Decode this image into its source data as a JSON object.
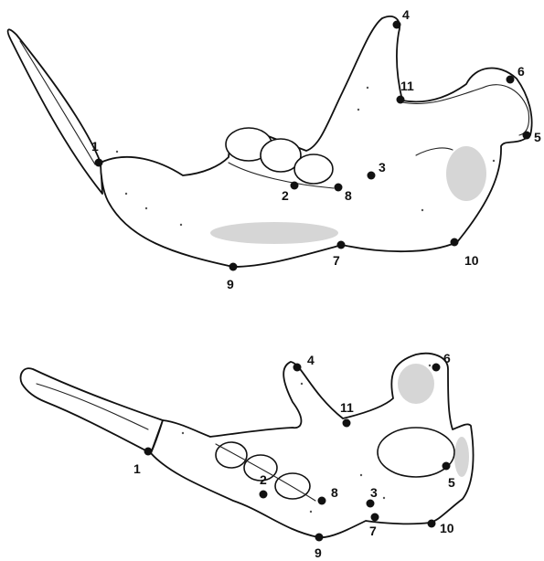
{
  "colors": {
    "ink": "#111111",
    "background": "#ffffff"
  },
  "figures": [
    {
      "view": "upper",
      "landmarks": [
        {
          "id": "1",
          "label": "1"
        },
        {
          "id": "2",
          "label": "2"
        },
        {
          "id": "3",
          "label": "3"
        },
        {
          "id": "4",
          "label": "4"
        },
        {
          "id": "5",
          "label": "5"
        },
        {
          "id": "6",
          "label": "6"
        },
        {
          "id": "7",
          "label": "7"
        },
        {
          "id": "8",
          "label": "8"
        },
        {
          "id": "9",
          "label": "9"
        },
        {
          "id": "10",
          "label": "10"
        },
        {
          "id": "11",
          "label": "11"
        }
      ]
    },
    {
      "view": "lower",
      "landmarks": [
        {
          "id": "1",
          "label": "1"
        },
        {
          "id": "2",
          "label": "2"
        },
        {
          "id": "3",
          "label": "3"
        },
        {
          "id": "4",
          "label": "4"
        },
        {
          "id": "5",
          "label": "5"
        },
        {
          "id": "6",
          "label": "6"
        },
        {
          "id": "7",
          "label": "7"
        },
        {
          "id": "8",
          "label": "8"
        },
        {
          "id": "9",
          "label": "9"
        },
        {
          "id": "10",
          "label": "10"
        },
        {
          "id": "11",
          "label": "11"
        }
      ]
    }
  ]
}
